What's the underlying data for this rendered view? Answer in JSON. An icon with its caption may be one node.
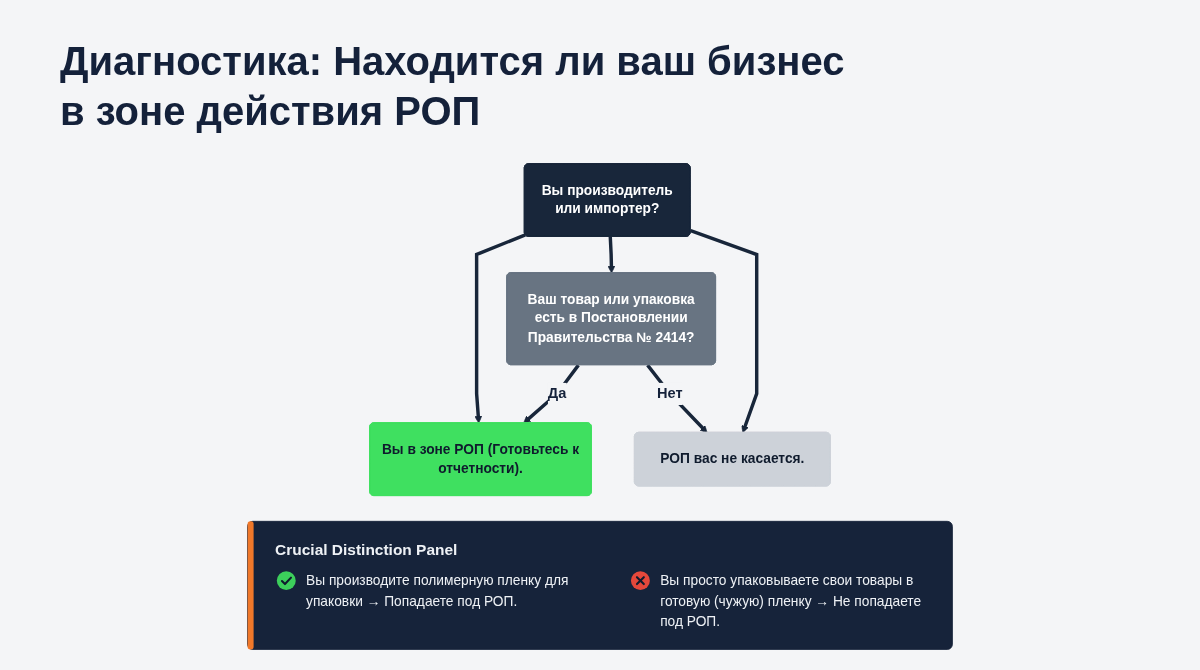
{
  "diagram": {
    "title": "Диагностика: Находится ли ваш бизнес в зоне действия РОП",
    "nodes": [
      {
        "text": [
          "Вы производитель или импортер?"
        ]
      },
      {
        "text": [
          "Вы в зоне РОП (Готовьтесь к отчетности)."
        ]
      },
      {
        "text": [
          "Ваш товар или упаковка есть в Постановлении Правительства № 2414?"
        ]
      },
      {
        "text": [
          "РОП вас не касается."
        ]
      },
      {
        "text": [
          "Crucial Distinction Panel",
          "Вы производите полимерную пленку для упаковки → Попадаете под РОП.",
          "Вы просто упаковываете свои товары в готовую (чужую) пленку → Не попадаете под РОП."
        ]
      }
    ],
    "edges": [
      {
        "from": 0,
        "to": 1,
        "arrow": "to"
      },
      {
        "from": 0,
        "to": 2,
        "arrow": "to"
      },
      {
        "from": 0,
        "to": 3,
        "arrow": "to"
      },
      {
        "from": 2,
        "to": 1,
        "label": "Да",
        "arrow": "to"
      },
      {
        "from": 2,
        "to": 3,
        "label": "Нет",
        "arrow": "to"
      }
    ]
  }
}
